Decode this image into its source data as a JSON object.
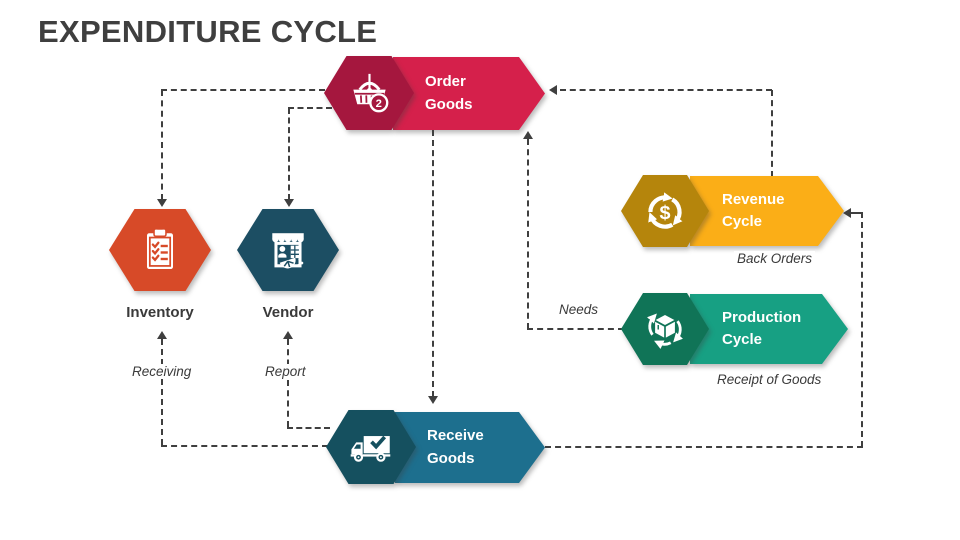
{
  "title": "EXPENDITURE CYCLE",
  "colors": {
    "background": "#ffffff",
    "title_text": "#3f3f3f",
    "label_text": "#3a3a3a",
    "line": "#3f3f3f",
    "order_hex": "#a5173e",
    "order_banner": "#d5204b",
    "inventory_hex": "#d74a28",
    "vendor_hex": "#1c4e63",
    "revenue_hex": "#b5850c",
    "revenue_banner": "#fbae17",
    "production_hex": "#107457",
    "production_banner": "#17a083",
    "receive_hex": "#15505f",
    "receive_banner": "#1d6f8e"
  },
  "nodes": {
    "order": {
      "label": "Order\nGoods",
      "icon": "basket-icon",
      "badge": "2"
    },
    "inventory": {
      "label": "Inventory",
      "icon": "clipboard-icon"
    },
    "vendor": {
      "label": "Vendor",
      "icon": "storefront-icon"
    },
    "revenue": {
      "label": "Revenue\nCycle",
      "icon": "dollar-recycle-icon",
      "symbol": "$"
    },
    "production": {
      "label": "Production\nCycle",
      "icon": "box-recycle-icon"
    },
    "receive": {
      "label": "Receive\nGoods",
      "icon": "truck-check-icon"
    }
  },
  "edge_labels": {
    "receiving": "Receiving",
    "report": "Report",
    "needs": "Needs",
    "back_orders": "Back Orders",
    "receipt_of_goods": "Receipt of Goods"
  },
  "edges": [
    {
      "from": "Order Goods",
      "to": "Inventory",
      "label": ""
    },
    {
      "from": "Order Goods",
      "to": "Vendor",
      "label": ""
    },
    {
      "from": "Order Goods",
      "to": "Receive Goods",
      "label": ""
    },
    {
      "from": "Production Cycle",
      "to": "Order Goods",
      "label": "Needs"
    },
    {
      "from": "Revenue Cycle",
      "to": "Order Goods",
      "label": "Back Orders"
    },
    {
      "from": "Receive Goods",
      "to": "Revenue Cycle",
      "label": ""
    },
    {
      "from": "Receive Goods",
      "to": "Inventory",
      "label": "Receiving"
    },
    {
      "from": "Receive Goods",
      "to": "Vendor",
      "label": "Report"
    }
  ]
}
